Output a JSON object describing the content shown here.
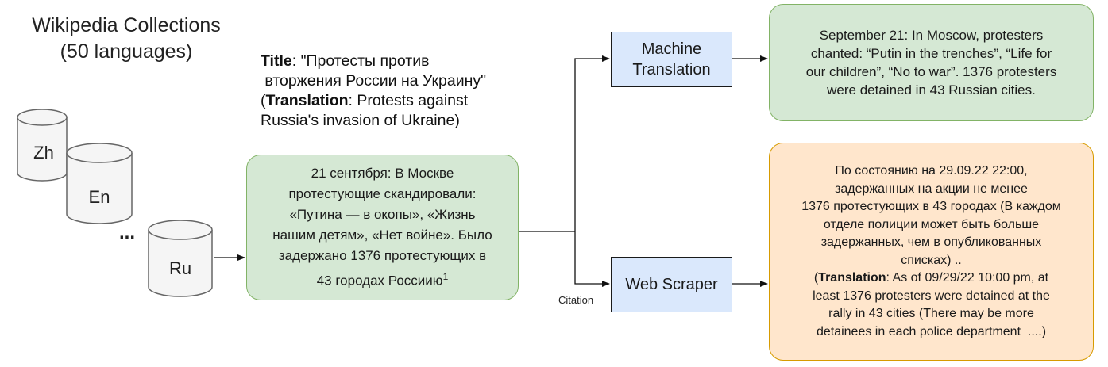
{
  "heading": {
    "line1": "Wikipedia Collections",
    "line2": "(50 languages)"
  },
  "databases": {
    "zh": "Zh",
    "en": "En",
    "ellipsis": "...",
    "ru": "Ru"
  },
  "title_block": {
    "title_label": "Title",
    "title_line1": ": \"Протесты против",
    "title_line2": " вторжения России на Украину\"",
    "translation_label": "Translation",
    "translation_line1": ": Protests against",
    "translation_line2": "Russia's invasion of Ukraine)",
    "open_paren": "("
  },
  "source_box": {
    "lines": [
      "21 сентября: В Москве",
      "протестующие скандировали:",
      "«Путина — в окопы», «Жизнь",
      "нашим детям», «Нет войне». Было",
      "задержано 1376 протестующих в",
      "43 городах Россиию"
    ],
    "footnote": "1"
  },
  "machine_translation": {
    "line1": "Machine",
    "line2": "Translation"
  },
  "web_scraper": {
    "label": "Web Scraper"
  },
  "citation_label": "Citation",
  "translated_box": {
    "lines": [
      "September 21: In Moscow, protesters",
      "chanted: “Putin in the trenches”, “Life for",
      "our children”, “No to war”. 1376 protesters",
      "were detained in 43 Russian cities."
    ]
  },
  "scraped_box": {
    "ru_lines": [
      "По состоянию на 29.09.22 22:00,",
      "задержанных на акции не менее",
      "1376 протестующих в 43 городах (В каждом",
      "отделе полиции может быть больше",
      "задержанных, чем в опубликованных",
      "списках) .."
    ],
    "translation_open": "(",
    "translation_label": "Translation",
    "translation_first": ": As of 09/29/22 10:00 pm, at",
    "translation_lines": [
      "least 1376 protesters were detained at the",
      "rally in 43 cities (There may be more",
      "detainees in each police department  ....)"
    ]
  },
  "colors": {
    "green_fill": "#d5e8d4",
    "green_stroke": "#82b366",
    "orange_fill": "#ffe6cc",
    "orange_stroke": "#d79b00",
    "blue_fill": "#dae8fc",
    "db_fill": "#f5f5f5",
    "db_stroke": "#666666"
  }
}
